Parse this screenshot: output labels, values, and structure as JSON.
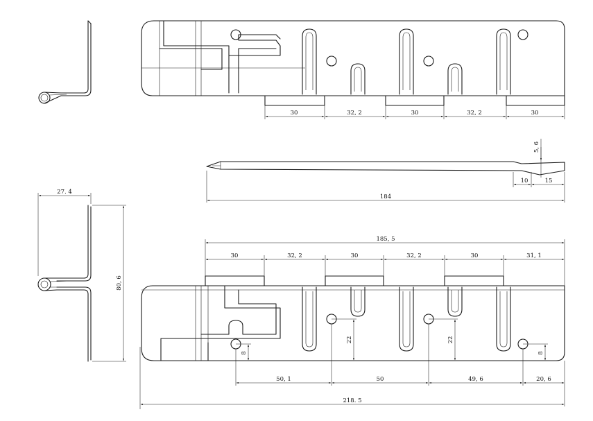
{
  "dimensions": {
    "top_segments": [
      "30",
      "32, 2",
      "30",
      "32, 2",
      "30"
    ],
    "side_top": "5, 6",
    "side_seg_a": "10",
    "side_seg_b": "15",
    "side_length": "184",
    "end_width": "27. 4",
    "end_height": "80, 6",
    "overall_upper": "185, 5",
    "upper_segments": [
      "30",
      "32, 2",
      "30",
      "32, 2",
      "30",
      "31, 1"
    ],
    "hole_offset_a": "8",
    "hole_offset_b": "8",
    "hole_depth_a": "22",
    "hole_depth_b": "22",
    "hole_spacing": [
      "50, 1",
      "50",
      "49, 6",
      "20, 6"
    ],
    "overall_length": "218. 5"
  }
}
